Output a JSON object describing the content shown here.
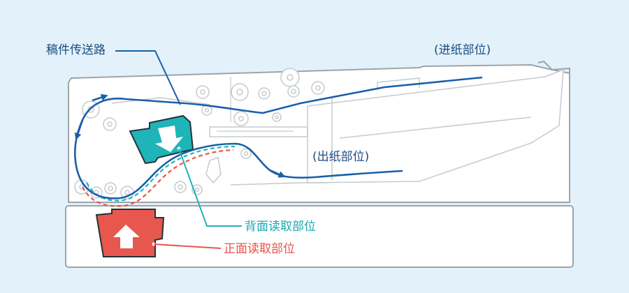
{
  "labels": {
    "document_path": "稿件传送路",
    "feed_position": "(进纸部位)",
    "output_position": "(出纸部位)",
    "back_read_position": "背面读取部位",
    "front_read_position": "正面读取部位"
  },
  "colors": {
    "background": "#e3f2fa",
    "machine_outline": "#9ea4a8",
    "machine_fill": "#ffffff",
    "paper_path": "#1a5fa8",
    "label_dark": "#1a4c82",
    "back_sensor": "#1fb5b8",
    "front_sensor": "#e8574e"
  }
}
